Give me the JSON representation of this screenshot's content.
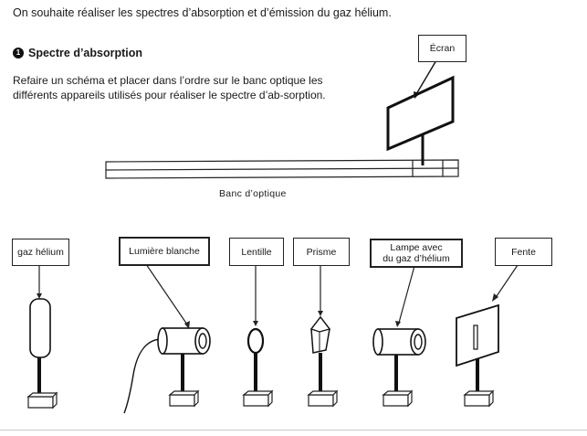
{
  "intro": "On souhaite réaliser les spectres d’absorption et d’émission du gaz hélium.",
  "section": {
    "number": "1",
    "title": "Spectre d’absorption"
  },
  "instruction": "Refaire un schéma et placer dans l’ordre sur le banc optique les différents appareils utilisés pour réaliser le spectre d’ab-sorption.",
  "labels": {
    "ecran": "Écran",
    "banc": "Banc d’optique",
    "gaz_helium": "gaz hélium",
    "lumiere_blanche": "Lumière blanche",
    "lentille": "Lentille",
    "prisme": "Prisme",
    "lampe_line1": "Lampe avec",
    "lampe_line2": "du gaz d’hélium",
    "fente": "Fente"
  }
}
